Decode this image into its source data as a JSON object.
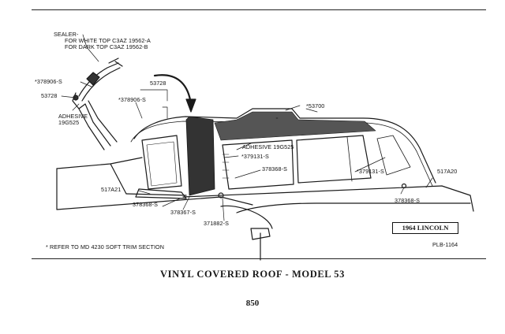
{
  "sealer": {
    "title": "SEALER-",
    "white_top": "FOR WHITE TOP C3AZ 19562-A",
    "dark_top": "FOR DARK TOP C3AZ 19562-B"
  },
  "callouts": {
    "c_378906_left": "*378906-S",
    "c_53728_left": "53728",
    "adhesive_left_1": "ADHESIVE",
    "adhesive_left_2": "19G525",
    "c_53728_top": "53728",
    "c_378906_mid": "*378906-S",
    "c_53700": "*53700",
    "adhesive_mid": "ADHESIVE 19G525",
    "c_379131_mid": "*379131-S",
    "c_378368_mid": "378368-S",
    "c_379131_right": "*379131-S",
    "c_517A20": "517A20",
    "c_517A21": "517A21",
    "c_378368_left": "378368-S",
    "c_378367": "378367-S",
    "c_371882": "371882-S",
    "c_378368_right": "378368-S"
  },
  "badge": "1964 LINCOLN",
  "footnote": "* REFER TO MD 4230 SOFT TRIM SECTION",
  "plate": "PLB-1164",
  "caption": "VINYL COVERED ROOF - MODEL 53",
  "page_number": "850"
}
